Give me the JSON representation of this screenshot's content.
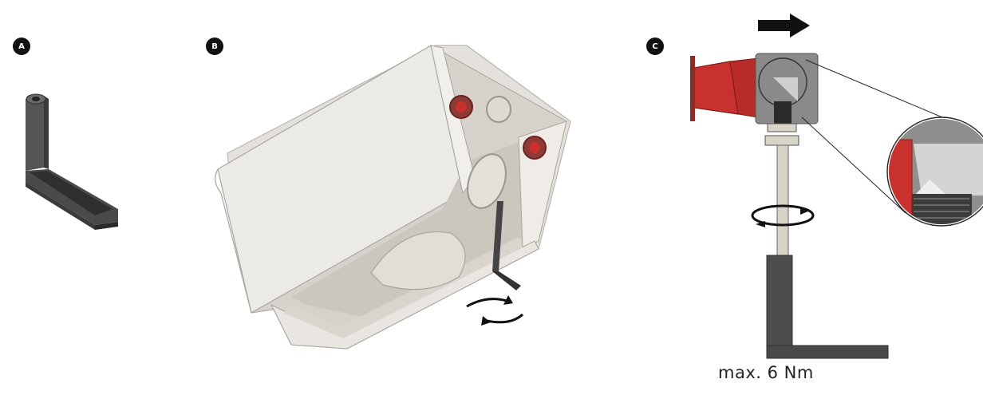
{
  "steps": [
    {
      "id": "A",
      "label": "A"
    },
    {
      "id": "B",
      "label": "B"
    },
    {
      "id": "C",
      "label": "C"
    }
  ],
  "torque_label": "max. 6 Nm",
  "colors": {
    "badge": "#111111",
    "housing": "#e6e3de",
    "housing_shadow": "#c9c5be",
    "tool": "#4a4a4a",
    "red_part": "#c8312e",
    "arrow": "#111111"
  },
  "icons": [
    "rotate-arrows-icon",
    "direction-arrow-icon",
    "magnifier-icon"
  ]
}
